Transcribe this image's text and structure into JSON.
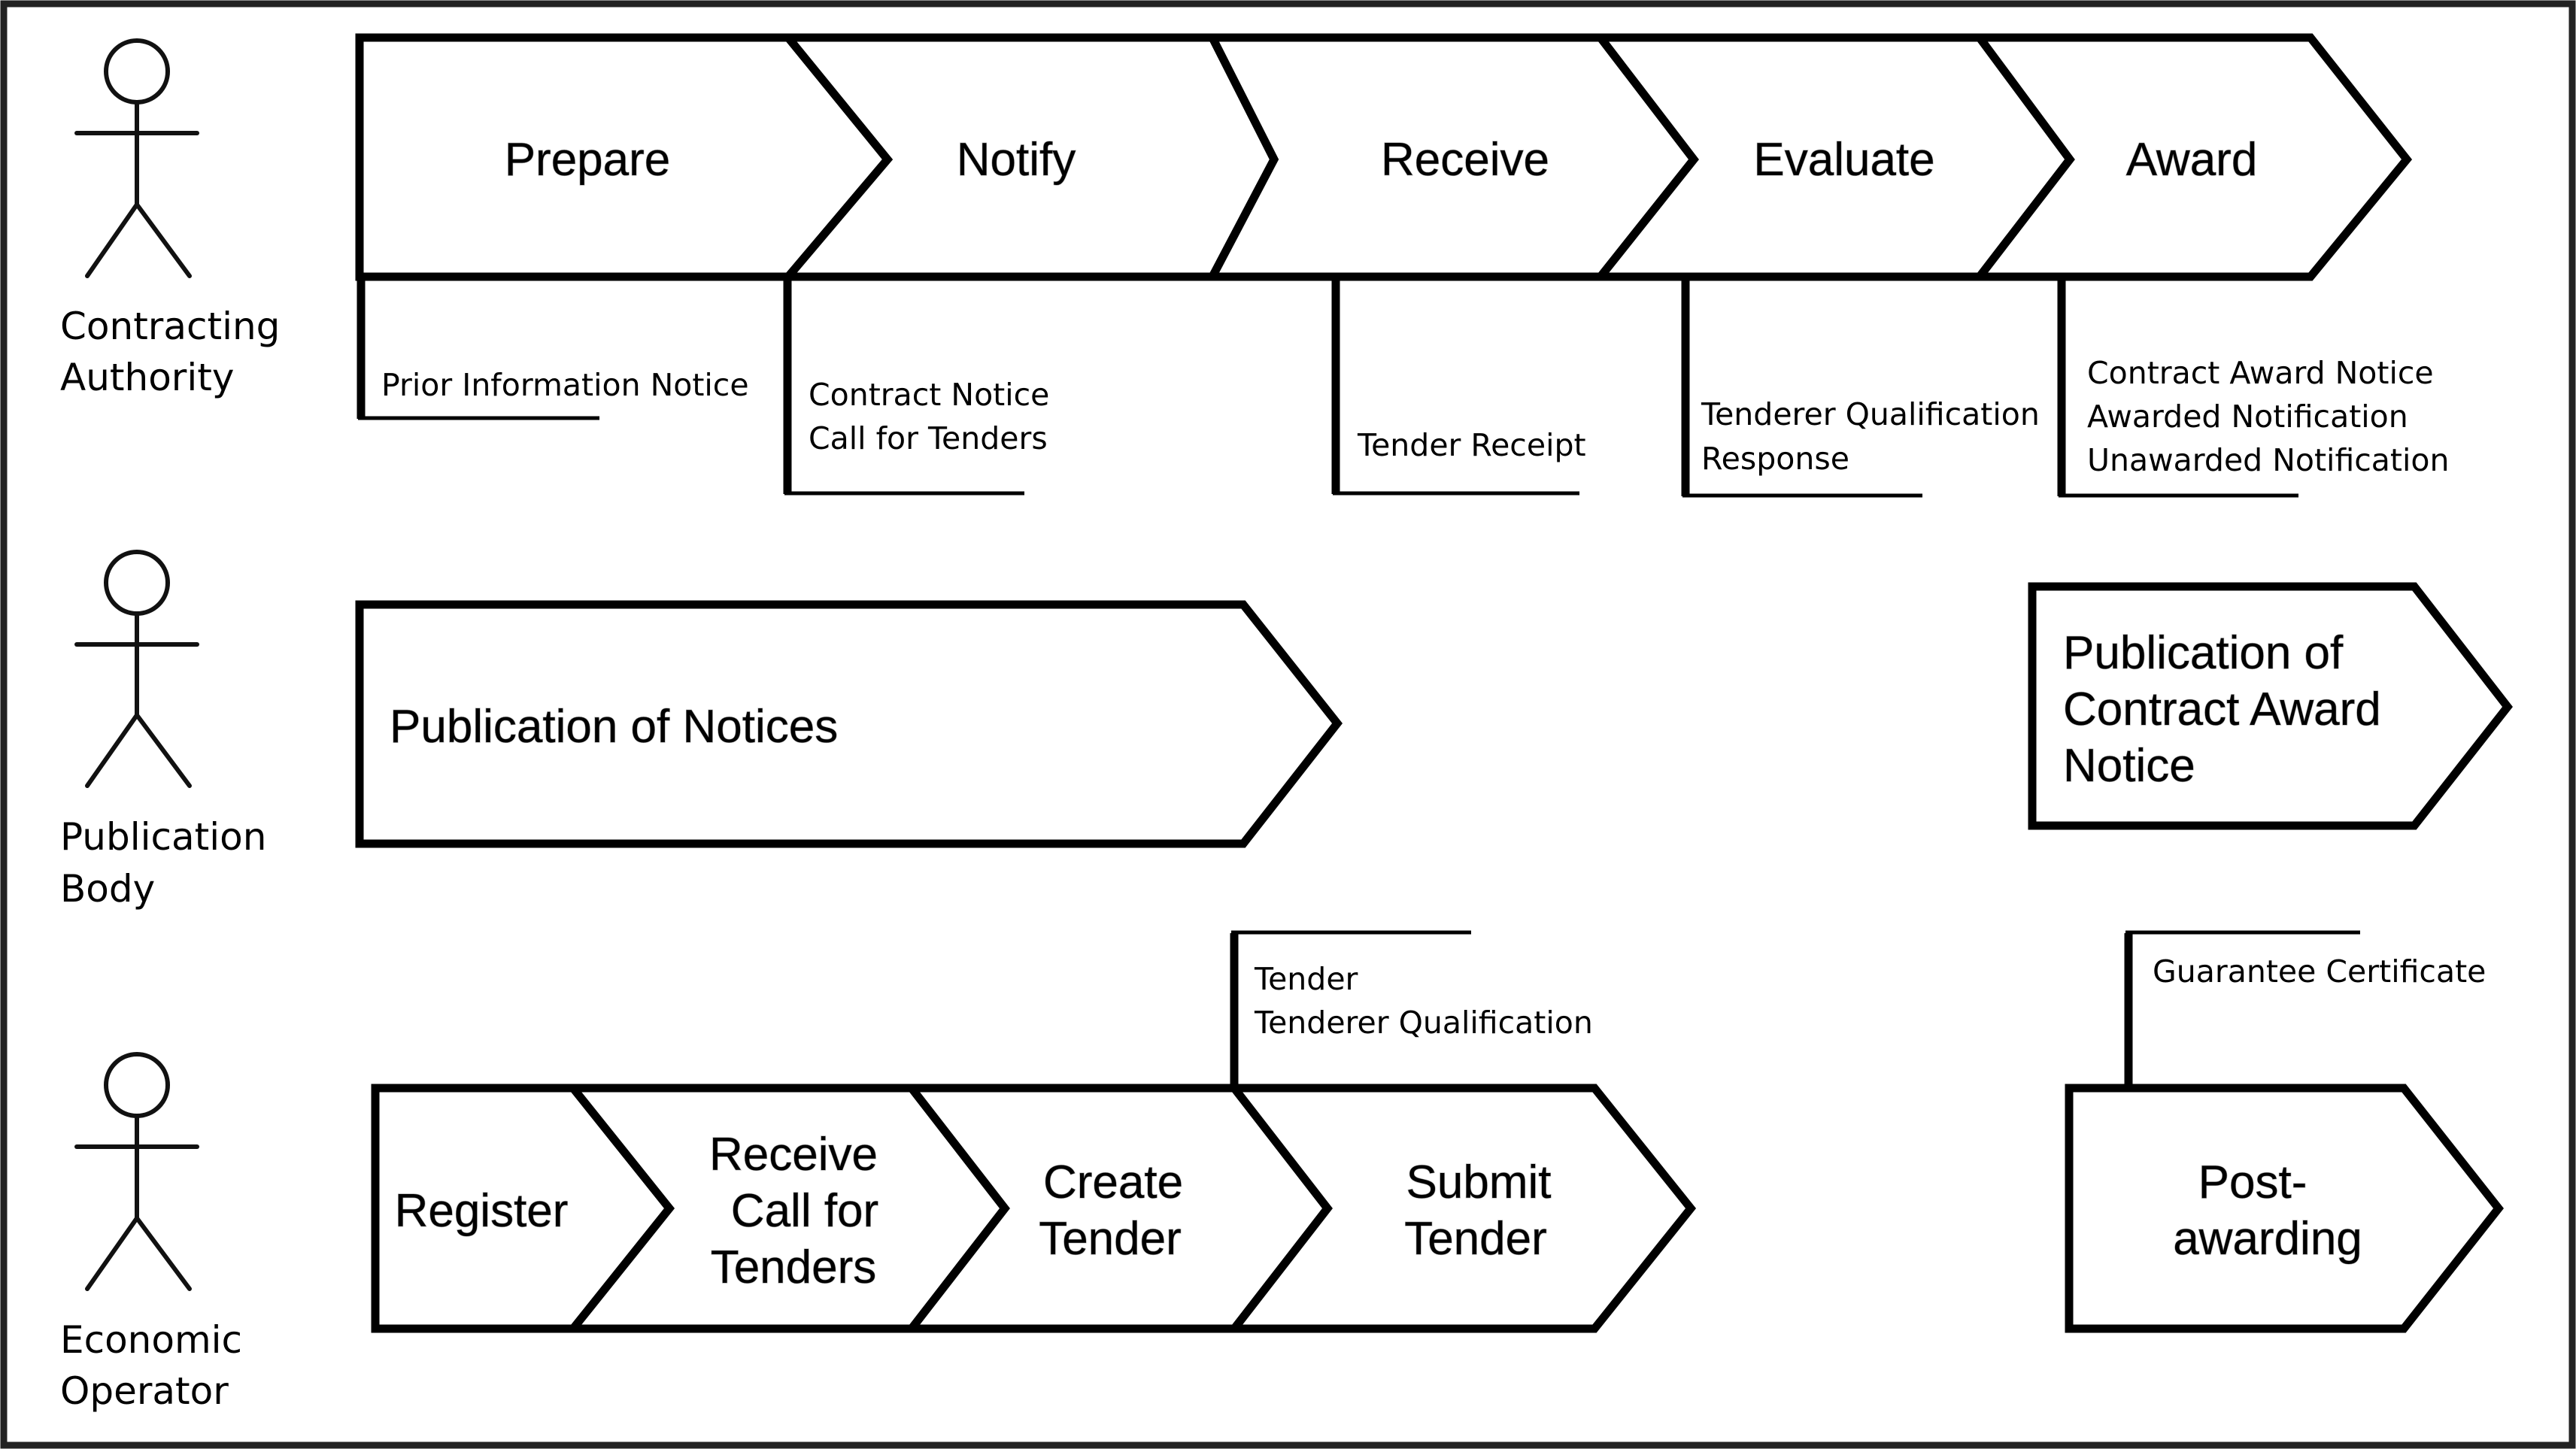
{
  "actors": {
    "contracting_authority": {
      "line1": "Contracting",
      "line2": "Authority"
    },
    "publication_body": {
      "line1": "Publication",
      "line2": "Body"
    },
    "economic_operator": {
      "line1": "Economic",
      "line2": "Operator"
    }
  },
  "contracting_authority_steps": {
    "prepare": "Prepare",
    "notify": "Notify",
    "receive": "Receive",
    "evaluate": "Evaluate",
    "award": "Award"
  },
  "contracting_authority_docs": {
    "prepare": {
      "line1": "Prior Information Notice"
    },
    "notify": {
      "line1": "Contract Notice",
      "line2": "Call for Tenders"
    },
    "receive": {
      "line1": "Tender Receipt"
    },
    "evaluate": {
      "line1": "Tenderer Qualification",
      "line2": "Response"
    },
    "award": {
      "line1": "Contract Award Notice",
      "line2": "Awarded Notification",
      "line3": "Unawarded Notification"
    }
  },
  "publication_body_steps": {
    "notices": "Publication of Notices",
    "award_notice": {
      "line1": "Publication of",
      "line2": "Contract Award",
      "line3": "Notice"
    }
  },
  "economic_operator_steps": {
    "register": "Register",
    "receive_call": {
      "line1": "Receive",
      "line2": "Call for",
      "line3": "Tenders"
    },
    "create_tender": {
      "line1": "Create",
      "line2": "Tender"
    },
    "submit_tender": {
      "line1": "Submit",
      "line2": "Tender"
    },
    "post_awarding": {
      "line1": "Post-",
      "line2": "awarding"
    }
  },
  "economic_operator_docs": {
    "submit_tender": {
      "line1": "Tender",
      "line2": "Tenderer Qualification"
    },
    "post_awarding": {
      "line1": "Guarantee Certificate"
    }
  }
}
